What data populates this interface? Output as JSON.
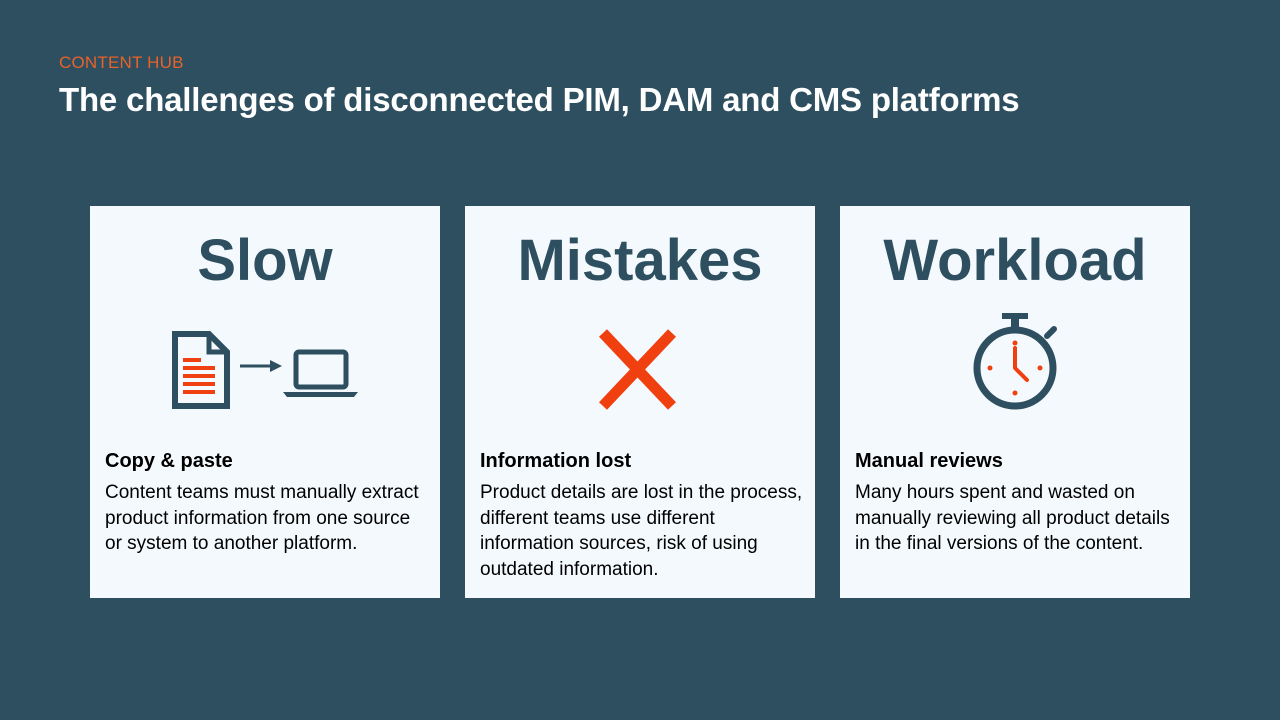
{
  "header": {
    "eyebrow": "CONTENT HUB",
    "title": "The challenges of disconnected PIM, DAM and CMS platforms"
  },
  "colors": {
    "background": "#2e4f5f",
    "accent": "#e8622a",
    "card": "#f4f9fd",
    "icon_dark": "#2e4f5f",
    "icon_red": "#f0400f"
  },
  "cards": [
    {
      "heading": "Slow",
      "icon": "document-to-laptop-icon",
      "subtitle": "Copy & paste",
      "text": "Content teams must manually extract product information from one source or system to another platform."
    },
    {
      "heading": "Mistakes",
      "icon": "red-x-icon",
      "subtitle": "Information lost",
      "text": "Product details are lost in the process, different teams use different information sources, risk of using outdated information."
    },
    {
      "heading": "Workload",
      "icon": "stopwatch-icon",
      "subtitle": "Manual reviews",
      "text": "Many hours spent and wasted on manually reviewing all product details in the final versions of the content."
    }
  ]
}
